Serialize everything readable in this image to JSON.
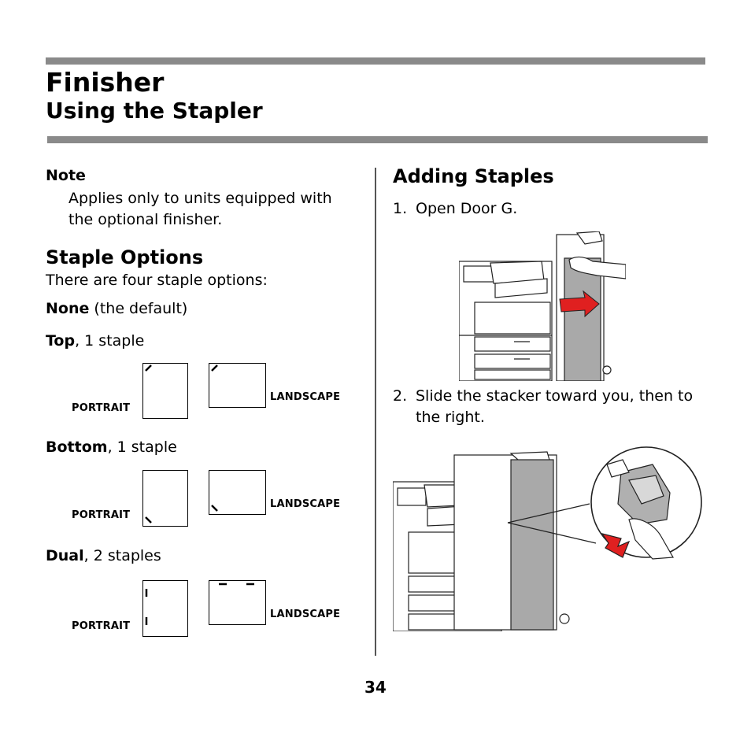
{
  "header": {
    "title": "Finisher",
    "subtitle": "Using the Stapler"
  },
  "left": {
    "note_label": "Note",
    "note_text": "Applies only to units equipped with the optional finisher.",
    "staple_options_heading": "Staple Options",
    "intro": "There are four staple options:",
    "none_label": "None",
    "none_suffix": " (the default)",
    "top_label": "Top",
    "top_suffix": ", 1 staple",
    "bottom_label": "Bottom",
    "bottom_suffix": ", 1 staple",
    "dual_label": "Dual",
    "dual_suffix": ", 2 staples",
    "portrait_label": "PORTRAIT",
    "landscape_label": "LANDSCAPE"
  },
  "right": {
    "heading": "Adding Staples",
    "step1_num": "1.",
    "step1_text": "Open Door G.",
    "step2_num": "2.",
    "step2_text": "Slide the stacker toward you, then to the right."
  },
  "footer": {
    "page_number": "34"
  },
  "colors": {
    "rule": "#8a8a8a",
    "arrow": "#e02020",
    "door": "#a9a9a9"
  }
}
